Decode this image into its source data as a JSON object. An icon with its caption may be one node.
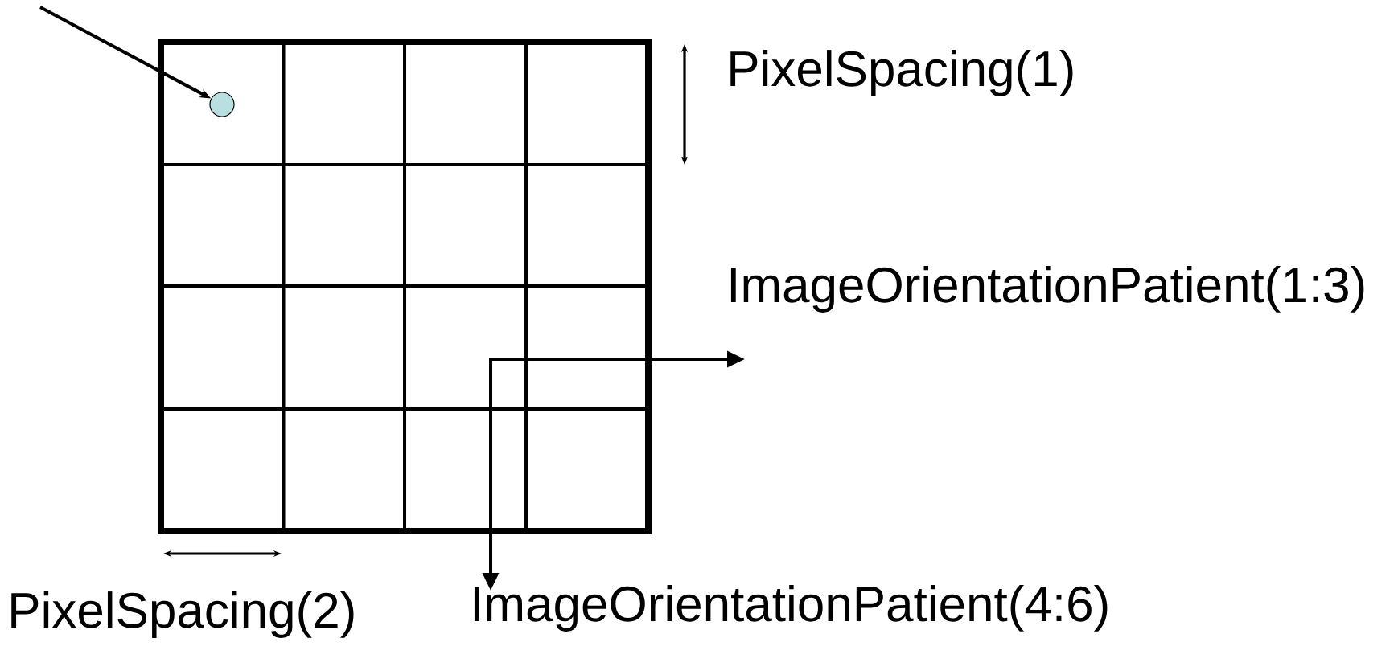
{
  "diagram": {
    "nodes": [
      {
        "text": [],
        "shape": "box"
      },
      {
        "text": [],
        "shape": "circle",
        "in": 0
      }
    ],
    "edges": [
      {
        "from": null,
        "to": 1,
        "arrow": "to"
      }
    ],
    "labels": [
      "PixelSpacing(1)",
      "ImageOrientationPatient(1:3)",
      "PixelSpacing(2)",
      "ImageOrientationPatient(4:6)"
    ]
  }
}
